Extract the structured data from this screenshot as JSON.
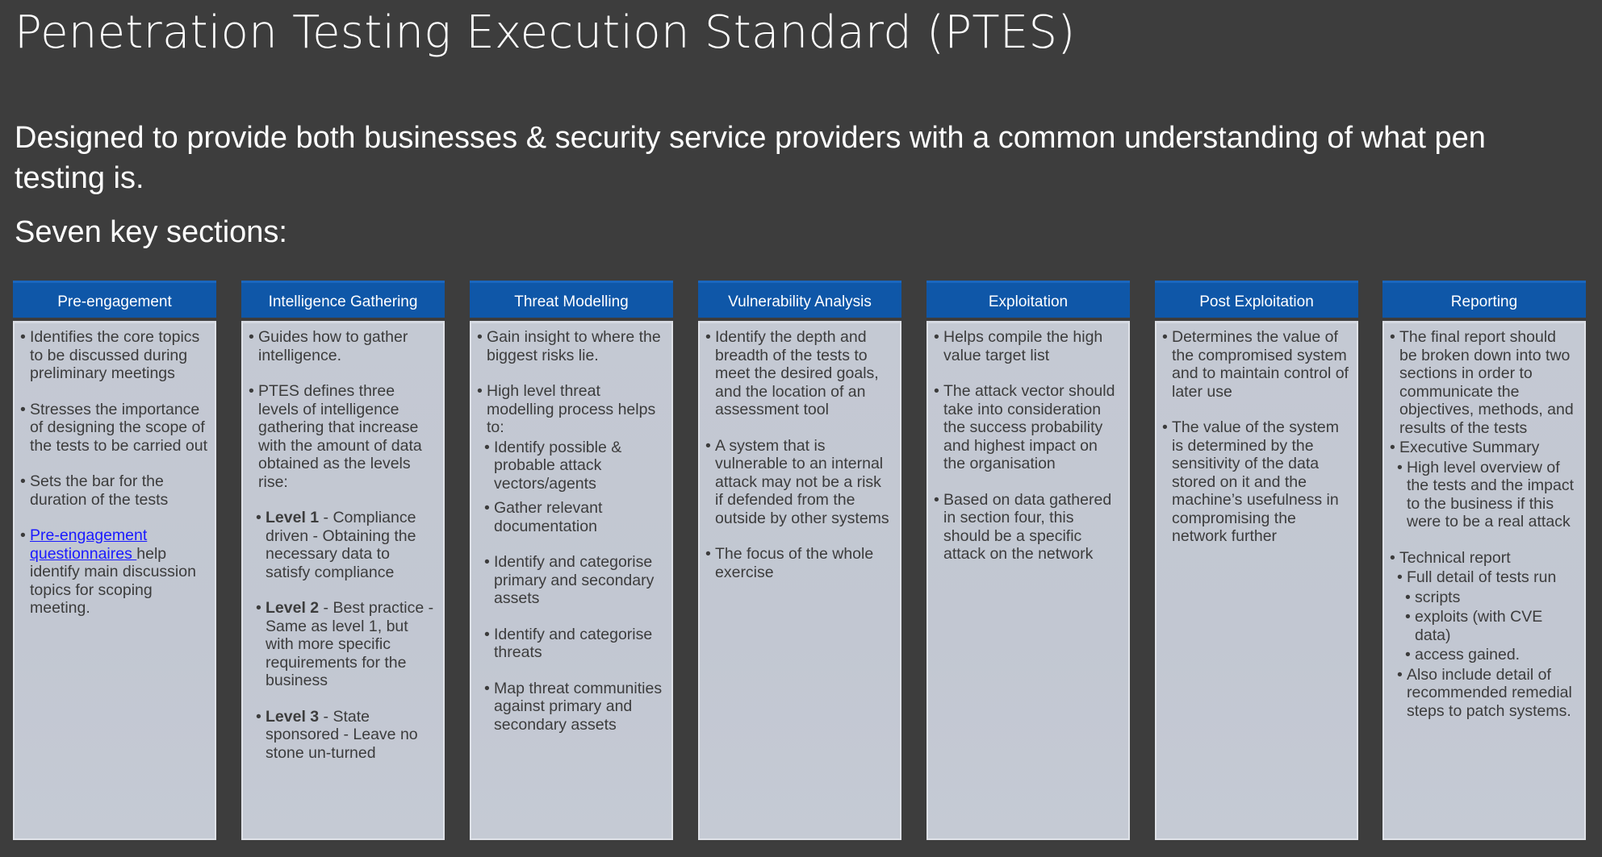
{
  "slide": {
    "title": "Penetration Testing Execution Standard (PTES)",
    "intro": "Designed to provide both businesses & security service providers with a common understanding of what pen testing is.",
    "sections_label": "Seven key sections:"
  },
  "columns": [
    {
      "header": "Pre-engagement",
      "items": [
        "Identifies the core topics to be discussed during preliminary meetings",
        "Stresses the importance of designing the scope of the tests to be carried out",
        "Sets the bar for the duration of the tests"
      ],
      "link_item": {
        "link_text": "Pre-engagement questionnaires ",
        "rest_text": "help identify main discussion topics for scoping meeting."
      }
    },
    {
      "header": "Intelligence Gathering",
      "items": [
        "Guides how to gather intelligence.",
        "PTES defines three levels of intelligence gathering that increase with the amount of data obtained as the levels rise:"
      ],
      "levels": [
        {
          "name": "Level 1",
          "text": " - Compliance driven - Obtaining the necessary data to satisfy compliance"
        },
        {
          "name": "Level 2",
          "text": " - Best practice - Same as level 1, but with more specific requirements for the business"
        },
        {
          "name": "Level 3",
          "text": " - State sponsored - Leave no stone un-turned"
        }
      ]
    },
    {
      "header": "Threat Modelling",
      "items": [
        "Gain insight to where the biggest risks lie.",
        "High level threat modelling process helps to:"
      ],
      "sub_items": [
        "Identify possible & probable attack vectors/agents",
        "Gather relevant documentation",
        "Identify and categorise primary and secondary assets",
        "Identify and categorise threats",
        "Map threat communities against primary and secondary assets"
      ]
    },
    {
      "header": "Vulnerability Analysis",
      "items": [
        "Identify the depth and breadth of the tests to meet the desired goals, and the location of an assessment tool",
        "A system that is vulnerable to an internal attack may not be a risk if defended from the outside by other systems",
        "The focus of the whole exercise"
      ]
    },
    {
      "header": "Exploitation",
      "items": [
        "Helps compile the high value target list",
        "The attack vector should take into consideration the success probability and highest impact on the organisation",
        "Based on data gathered in section four, this should be a specific attack on the network"
      ]
    },
    {
      "header": "Post Exploitation",
      "items": [
        "Determines the value of the compromised system and to maintain control of later use",
        "The value of the system  is determined by the sensitivity of the data stored on it and the machine’s usefulness in compromising the network further"
      ]
    },
    {
      "header": "Reporting",
      "items": [
        "The final report should be broken down into two sections in order to communicate the objectives, methods, and results of the tests",
        "Executive Summary",
        "Technical report"
      ],
      "exec_sub": "High level overview of the tests and the impact to the business if this were to be a real attack",
      "tech_sub": [
        "Full detail of tests run",
        "Also include detail of recommended remedial steps to patch systems."
      ],
      "tech_sub2": [
        "scripts",
        "exploits (with CVE data)",
        "access gained."
      ]
    }
  ]
}
